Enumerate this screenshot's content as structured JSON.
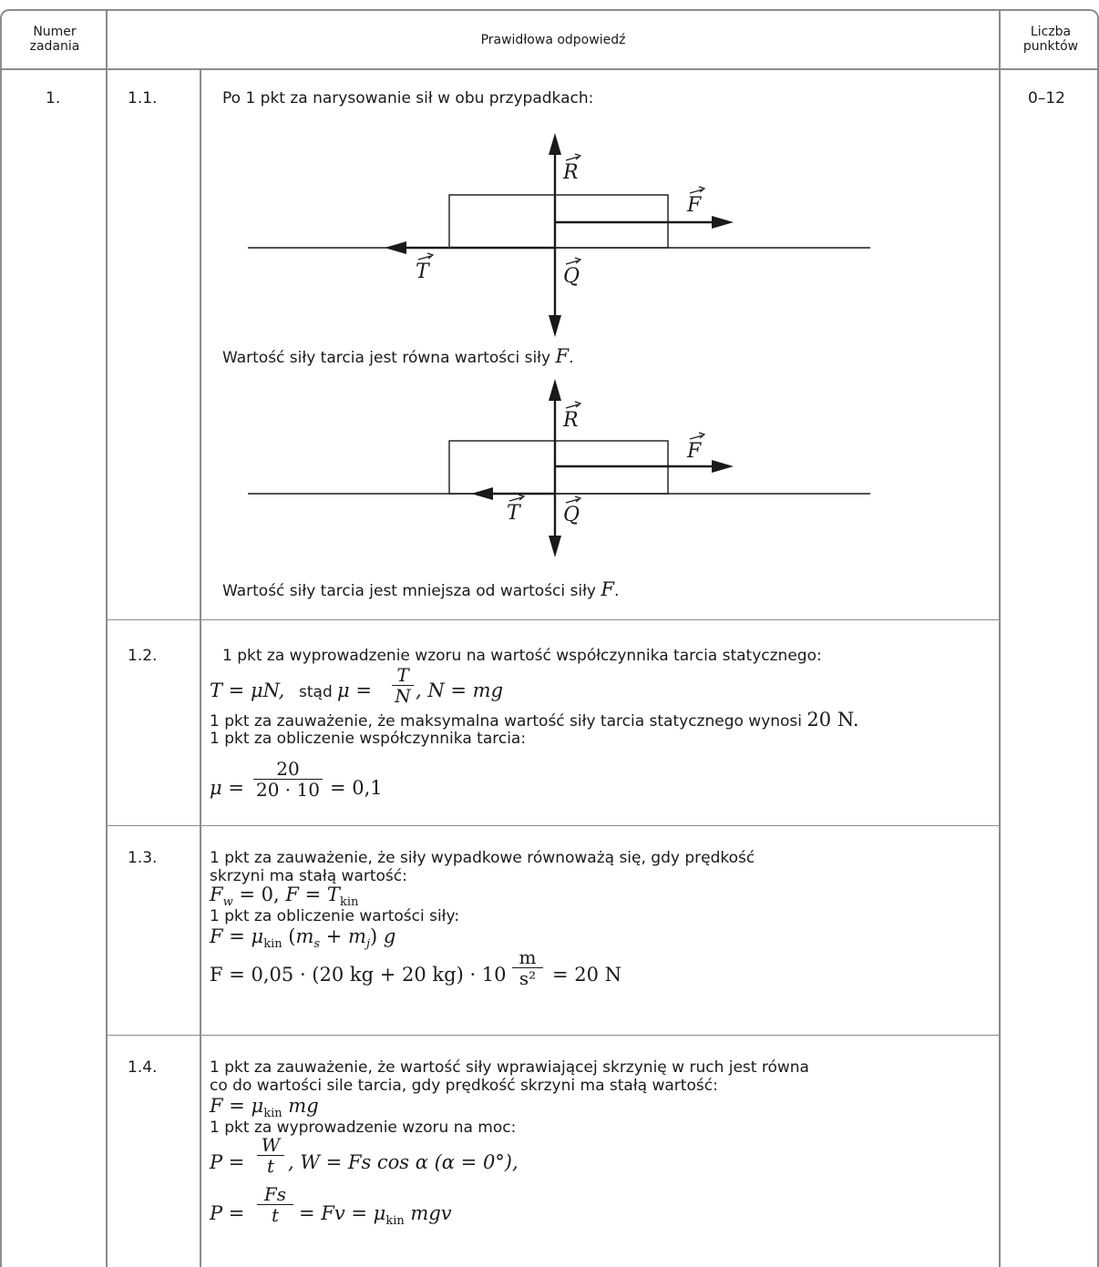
{
  "header": {
    "col1": "Numer zadania",
    "col2": "Prawidłowa odpowiedź",
    "col3": "Liczba punktów"
  },
  "task": {
    "number": "1.",
    "points": "0–12"
  },
  "subtasks": [
    {
      "id": "1.1.",
      "intro": "Po 1 pkt za narysowanie sił w obu przypadkach:",
      "caption1_text": "Wartość siły tarcia jest równa wartości siły",
      "caption2_text": "Wartość siły tarcia jest mniejsza od wartości siły",
      "caption_var": "F",
      "caption_end": ".",
      "force_labels": [
        "R",
        "F",
        "T",
        "Q"
      ]
    },
    {
      "id": "1.2.",
      "line1": "1 pkt za wyprowadzenie wzoru na wartość współczynnika tarcia statycznego:",
      "eq1_left": "T = μN,",
      "eq1_word": "stąd",
      "eq1_mu": "μ =",
      "eq1_num": "T",
      "eq1_den": "N",
      "eq1_right": ", N = mg",
      "line2_text": "1 pkt za zauważenie, że maksymalna wartość siły tarcia statycznego wynosi",
      "line2_value": "20 N.",
      "line3": "1 pkt za obliczenie współczynnika tarcia:",
      "eq2_mu": "μ =",
      "eq2_num": "20",
      "eq2_den": "20 · 10",
      "eq2_result": "= 0,1"
    },
    {
      "id": "1.3.",
      "line1": "1 pkt za zauważenie, że siły wypadkowe równoważą się, gdy prędkość",
      "line2": "skrzyni ma stałą wartość:",
      "line3": "1 pkt za obliczenie wartości siły:",
      "eq3_left": "F = 0,05 · (20 kg + 20 kg) · 10",
      "eq3_num": "m",
      "eq3_den": "s²",
      "eq3_right": "= 20 N"
    },
    {
      "id": "1.4.",
      "line1": "1 pkt za zauważenie, że wartość siły wprawiającej skrzynię w ruch jest równa",
      "line2": "co do wartości sile tarcia, gdy prędkość skrzyni ma stałą wartość:",
      "line3": "1 pkt za wyprowadzenie wzoru na moc:",
      "eq_p1_num": "W",
      "eq_p1_den": "t",
      "eq_p1_right": ", W = Fs cos α (α = 0°),",
      "eq_p2_num": "Fs",
      "eq_p2_den": "t",
      "eq_p2_right": "= Fv = μ"
    }
  ],
  "symbols": {
    "kin": "kin",
    "w": "w",
    "s": "s",
    "j": "j"
  }
}
